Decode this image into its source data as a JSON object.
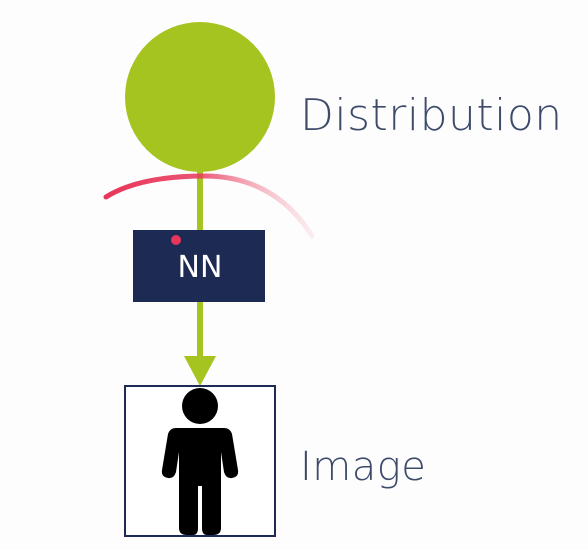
{
  "nodes": {
    "distribution": {
      "label": "Distribution",
      "color": "#a6c420"
    },
    "nn": {
      "label": "NN",
      "color": "#1c2a54"
    },
    "image": {
      "label": "Image",
      "border_color": "#1c2a54",
      "icon": "person-icon"
    }
  },
  "edges": {
    "color": "#a6c420"
  },
  "annotation": {
    "stroke_color": "#e8365a"
  }
}
